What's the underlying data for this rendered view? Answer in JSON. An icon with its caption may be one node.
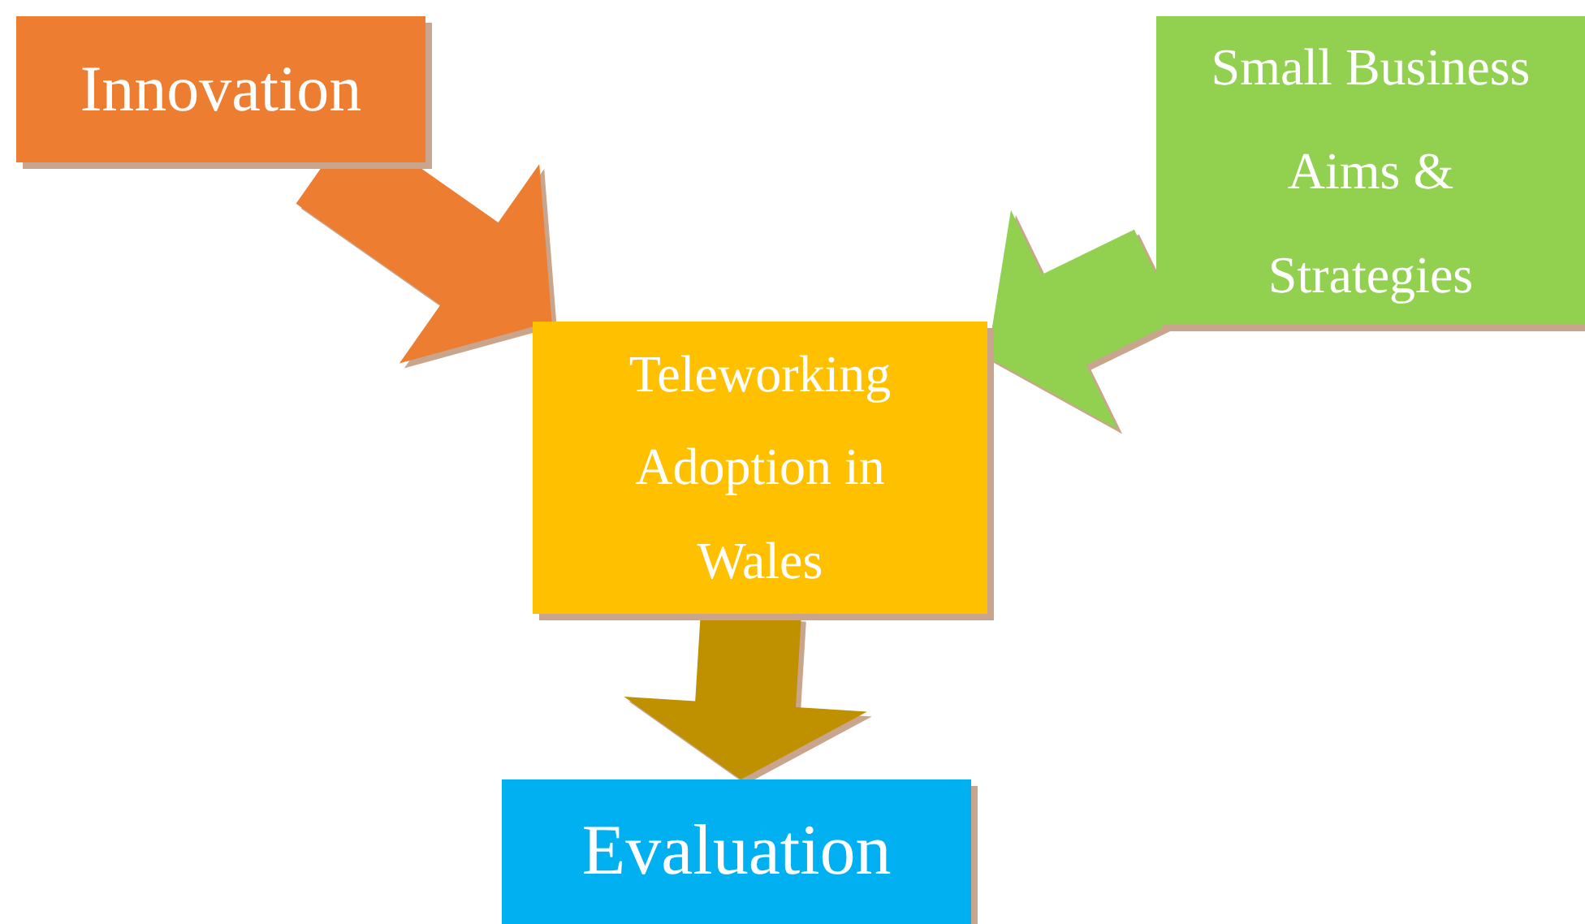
{
  "diagram": {
    "nodes": [
      {
        "text": [
          "Innovation"
        ]
      },
      {
        "text": [
          "Small Business Aims & Strategies"
        ]
      },
      {
        "text": [
          "Teleworking Adoption in Wales"
        ]
      },
      {
        "text": [
          "Evaluation"
        ]
      }
    ],
    "edges": [
      {
        "from": 0,
        "to": 2,
        "arrow": "to",
        "style": "thick",
        "color": "#ed7d31"
      },
      {
        "from": 1,
        "to": 2,
        "arrow": "to",
        "style": "thick",
        "color": "#92d050"
      },
      {
        "from": 2,
        "to": 3,
        "arrow": "to",
        "style": "thick",
        "color": "#bf9000"
      }
    ]
  }
}
